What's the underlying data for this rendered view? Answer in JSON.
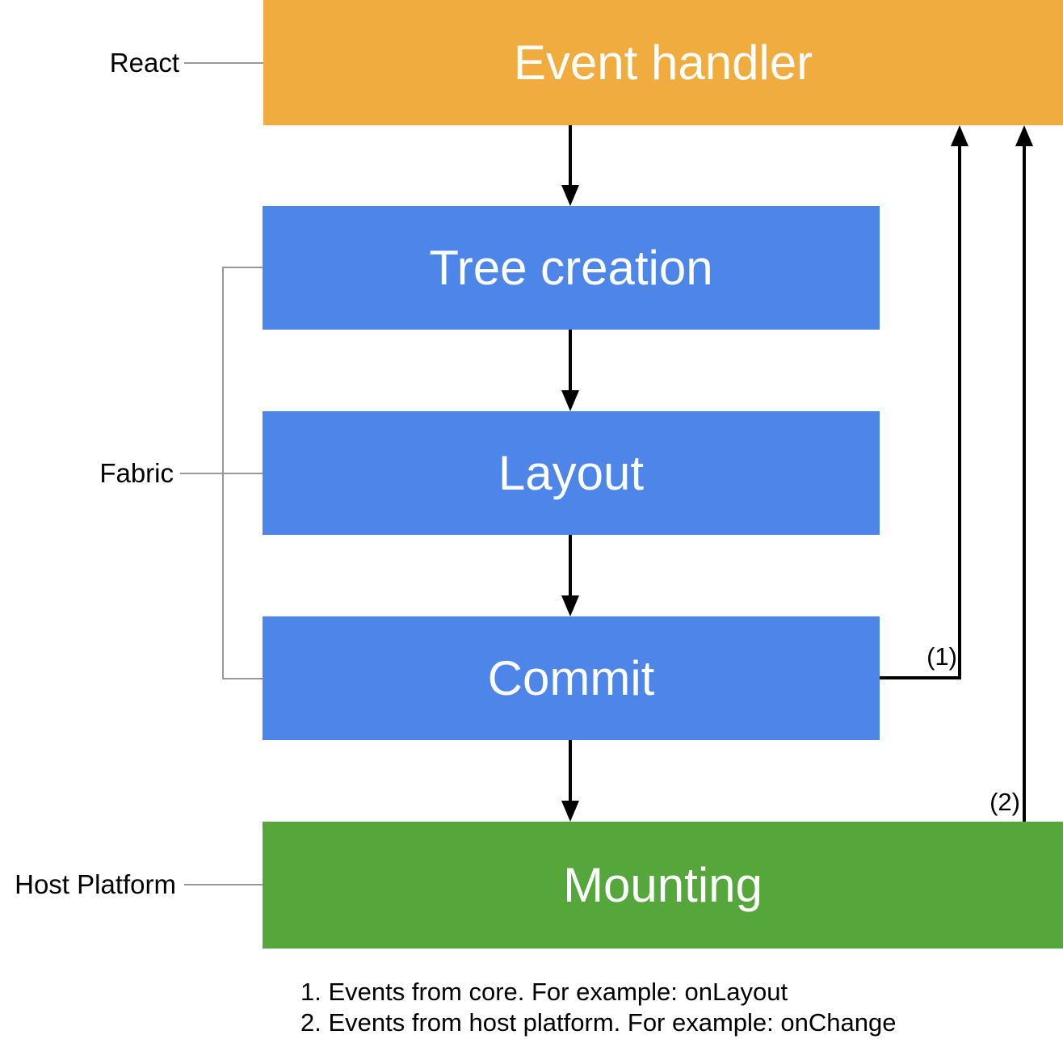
{
  "colors": {
    "react_stage_orange": "#F1AC3F",
    "fabric_stage_blue": "#4D86E8",
    "host_stage_green": "#55A73C",
    "connector_gray": "#999999",
    "arrow_black": "#000000",
    "box_text_white": "#ffffff"
  },
  "lanes": {
    "react": {
      "label": "React"
    },
    "fabric": {
      "label": "Fabric"
    },
    "host_platform": {
      "label": "Host Platform"
    }
  },
  "nodes": {
    "event_handler": {
      "label": "Event handler"
    },
    "tree_creation": {
      "label": "Tree creation"
    },
    "layout": {
      "label": "Layout"
    },
    "commit": {
      "label": "Commit"
    },
    "mounting": {
      "label": "Mounting"
    }
  },
  "edge_labels": {
    "events_from_core": {
      "label": "(1)"
    },
    "events_from_host": {
      "label": "(2)"
    }
  },
  "footnotes": {
    "note1": "1. Events from core. For example: onLayout",
    "note2": "2. Events from host platform. For example: onChange"
  }
}
